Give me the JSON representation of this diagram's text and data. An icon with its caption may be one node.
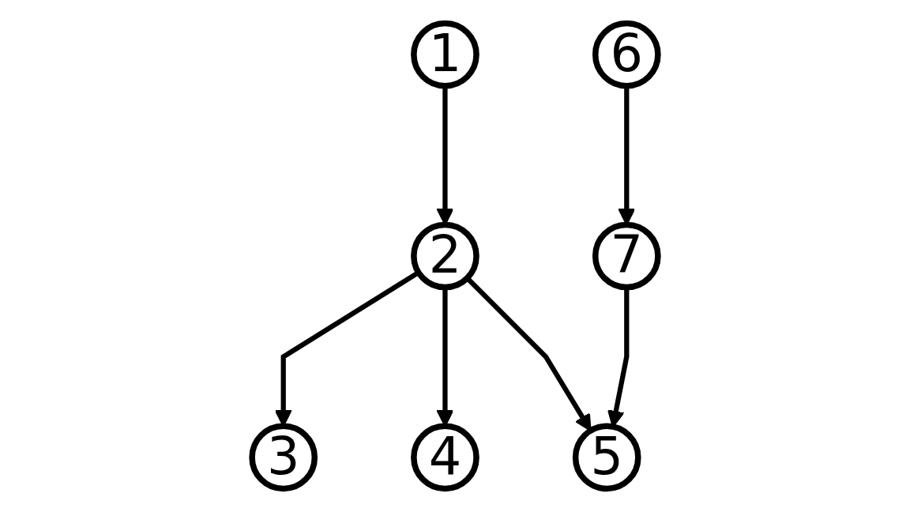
{
  "diagram": {
    "nodes": [
      {
        "text": [
          "1"
        ]
      },
      {
        "text": [
          "2"
        ]
      },
      {
        "text": [
          "3"
        ]
      },
      {
        "text": [
          "4"
        ]
      },
      {
        "text": [
          "5"
        ]
      },
      {
        "text": [
          "6"
        ]
      },
      {
        "text": [
          "7"
        ]
      }
    ],
    "edges": [
      {
        "from": 0,
        "to": 1,
        "arrow": "to"
      },
      {
        "from": 1,
        "to": 2,
        "arrow": "to"
      },
      {
        "from": 1,
        "to": 3,
        "arrow": "to"
      },
      {
        "from": 1,
        "to": 4,
        "arrow": "to"
      },
      {
        "from": 5,
        "to": 6,
        "arrow": "to"
      },
      {
        "from": 6,
        "to": 4,
        "arrow": "to"
      }
    ]
  }
}
